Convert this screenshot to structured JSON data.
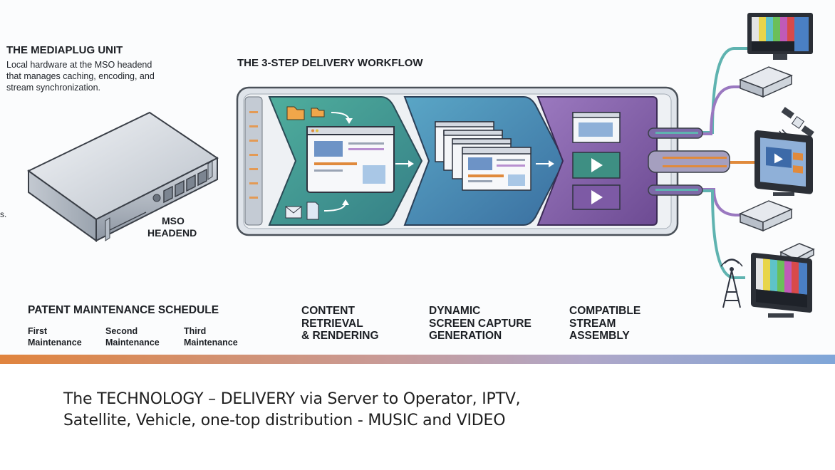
{
  "mediaplug": {
    "title": "THE MEDIAPLUG UNIT",
    "description_lines": [
      "Local hardware at the MSO headend",
      "that manages caching, encoding, and",
      "stream synchronization."
    ],
    "device_label_lines": [
      "MSO",
      "HEADEND"
    ],
    "cut_off_text": "s."
  },
  "workflow": {
    "title": "THE 3-STEP DELIVERY WORKFLOW",
    "steps": [
      {
        "label_lines": [
          "CONTENT",
          "RETRIEVAL",
          "& RENDERING"
        ]
      },
      {
        "label_lines": [
          "DYNAMIC",
          "SCREEN CAPTURE",
          "GENERATION"
        ]
      },
      {
        "label_lines": [
          "COMPATIBLE",
          "STREAM",
          "ASSEMBLY"
        ]
      }
    ]
  },
  "patent": {
    "title": "PATENT MAINTENANCE SCHEDULE",
    "items": [
      {
        "line1": "First",
        "line2": "Maintenance"
      },
      {
        "line1": "Second",
        "line2": "Maintenance"
      },
      {
        "line1": "Third",
        "line2": "Maintenance"
      }
    ]
  },
  "endpoints": {
    "icons": [
      "tv-icon",
      "set-top-box-icon",
      "satellite-icon",
      "smart-tv-icon",
      "set-top-box-icon",
      "antenna-tower-icon",
      "tv-icon",
      "projector-icon"
    ]
  },
  "caption": {
    "line1": "The TECHNOLOGY – DELIVERY via Server to Operator, IPTV,",
    "line2": "Satellite, Vehicle, one-top distribution  - MUSIC and VIDEO"
  },
  "colors": {
    "step1": "#3f9e8f",
    "step2": "#4a8fb5",
    "step3": "#8a63a8",
    "cable_teal": "#5fb3b0",
    "cable_purple": "#9a78c0",
    "cable_orange": "#e08a3c",
    "accent_start": "#e0843e",
    "accent_end": "#7fa6d8"
  }
}
